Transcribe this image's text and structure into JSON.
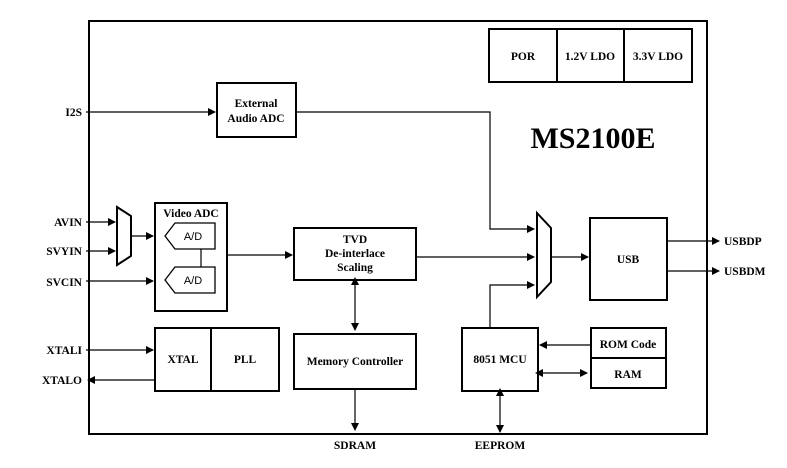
{
  "chip_title": "MS2100E",
  "power_blocks": [
    "POR",
    "1.2V LDO",
    "3.3V LDO"
  ],
  "blocks": {
    "external_audio_adc": [
      "External",
      "Audio ADC"
    ],
    "video_adc": "Video ADC",
    "ad_top": "A/D",
    "ad_bottom": "A/D",
    "tvd": [
      "TVD",
      "De-interlace",
      "Scaling"
    ],
    "usb": "USB",
    "xtal": "XTAL",
    "pll": "PLL",
    "memory_controller": "Memory Controller",
    "mcu": "8051 MCU",
    "rom_code": "ROM Code",
    "ram": "RAM"
  },
  "pins": {
    "i2s": "I2S",
    "avin": "AVIN",
    "svyin": "SVYIN",
    "svcin": "SVCIN",
    "xtali": "XTALI",
    "xtalo": "XTALO",
    "usbdp": "USBDP",
    "usbdm": "USBDM",
    "sdram": "SDRAM",
    "eeprom": "EEPROM"
  }
}
